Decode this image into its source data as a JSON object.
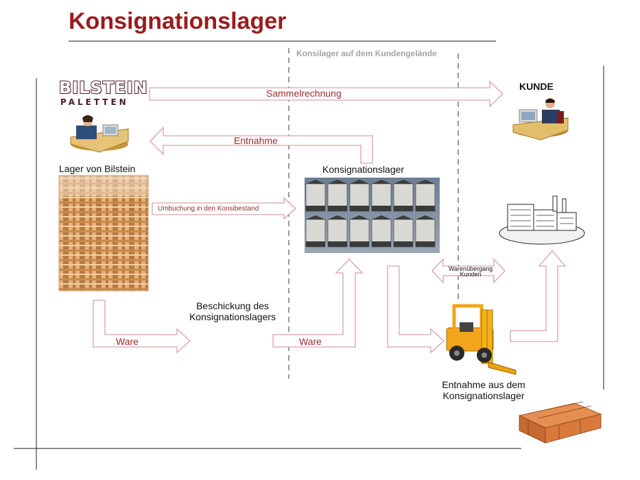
{
  "title": "Konsignationslager",
  "zone_label": "Konsilager auf dem Kundengelände",
  "logo": {
    "line1": "BILSTEIN",
    "line2": "PALETTEN"
  },
  "nodes": {
    "kunde": "KUNDE",
    "lager_bilstein": "Lager von Bilstein",
    "konsignationslager": "Konsignationslager",
    "beschickung_line1": "Beschickung des",
    "beschickung_line2": "Konsignationslagers",
    "entnahme_line1": "Entnahme aus dem",
    "entnahme_line2": "Konsignationslager"
  },
  "flows": {
    "sammelrechnung": "Sammelrechnung",
    "entnahme": "Entnahme",
    "umbuchung": "Umbuchung in den Konsibestand",
    "ware_left": "Ware",
    "ware_right": "Ware",
    "warenuebergang_line1": "Warenübergang",
    "warenuebergang_line2": "Kunden"
  },
  "colors": {
    "title": "#9b1b1e",
    "arrow_stroke": "#d9a3a3",
    "flow_text": "#9b2a2e",
    "zone_text": "#a3a3a3",
    "pallet_wood": "#e0a466"
  }
}
